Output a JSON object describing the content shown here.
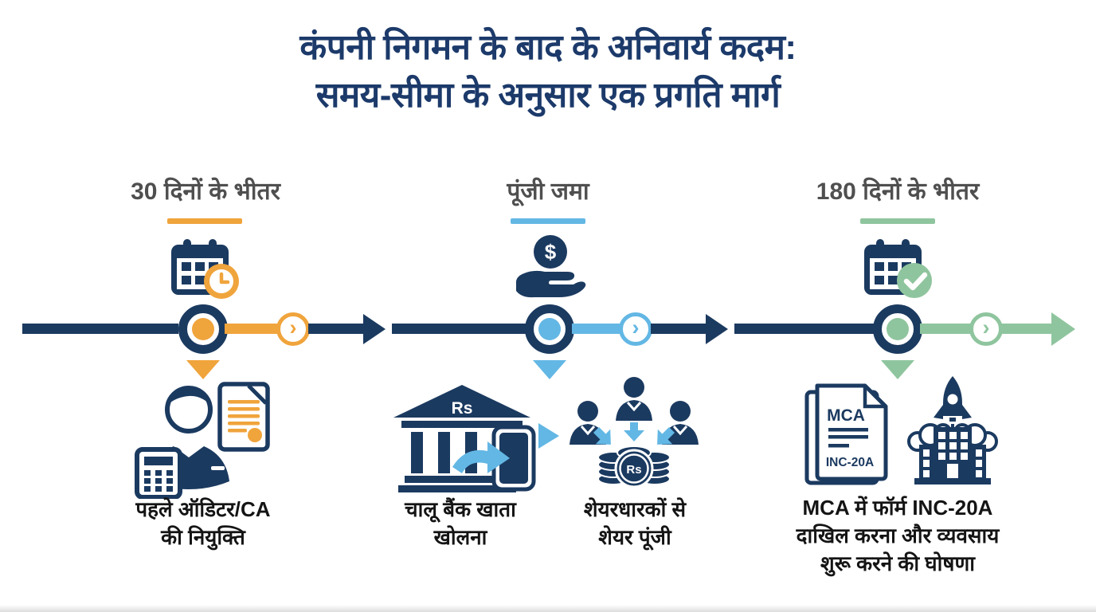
{
  "page": {
    "title_line1": "कंपनी निगमन के बाद के अनिवार्य कदम:",
    "title_line2": "समय-सीमा के अनुसार एक प्रगति मार्ग"
  },
  "colors": {
    "navy": "#1b3a60",
    "title_navy": "#1c3a6a",
    "orange": "#f0a43c",
    "sky": "#63b7e4",
    "green": "#8fc59e",
    "label_gray": "#4f4f4f",
    "caption_black": "#141414"
  },
  "milestones": [
    {
      "label": "30 दिनों के भीतर",
      "accent": "#f0a43c",
      "icon": "calendar-clock-icon"
    },
    {
      "label": "पूंजी जमा",
      "accent": "#63b7e4",
      "icon": "hand-coin-icon"
    },
    {
      "label": "180 दिनों के भीतर",
      "accent": "#8fc59e",
      "icon": "calendar-check-icon"
    }
  ],
  "timeline": {
    "chevron": "›"
  },
  "steps": [
    {
      "caption_lines": [
        "पहले ऑडिटर/CA",
        "की नियुक्ति"
      ],
      "icon": "auditor-icon"
    },
    {
      "caption_lines": [
        "चालू बैंक खाता",
        "खोलना"
      ],
      "icon": "bank-account-icon"
    },
    {
      "caption_lines": [
        "शेयरधारकों से",
        "शेयर पूंजी"
      ],
      "icon": "shareholders-capital-icon"
    },
    {
      "caption_lines": [
        "MCA में फॉर्म INC-20A",
        "दाखिल करना और व्यवसाय",
        "शुरू करने की घोषणा"
      ],
      "icon": "mca-form-rocket-icon"
    }
  ],
  "icon_texts": {
    "rupee": "Rs",
    "dollar": "$",
    "mca": "MCA",
    "form": "INC-20A"
  }
}
